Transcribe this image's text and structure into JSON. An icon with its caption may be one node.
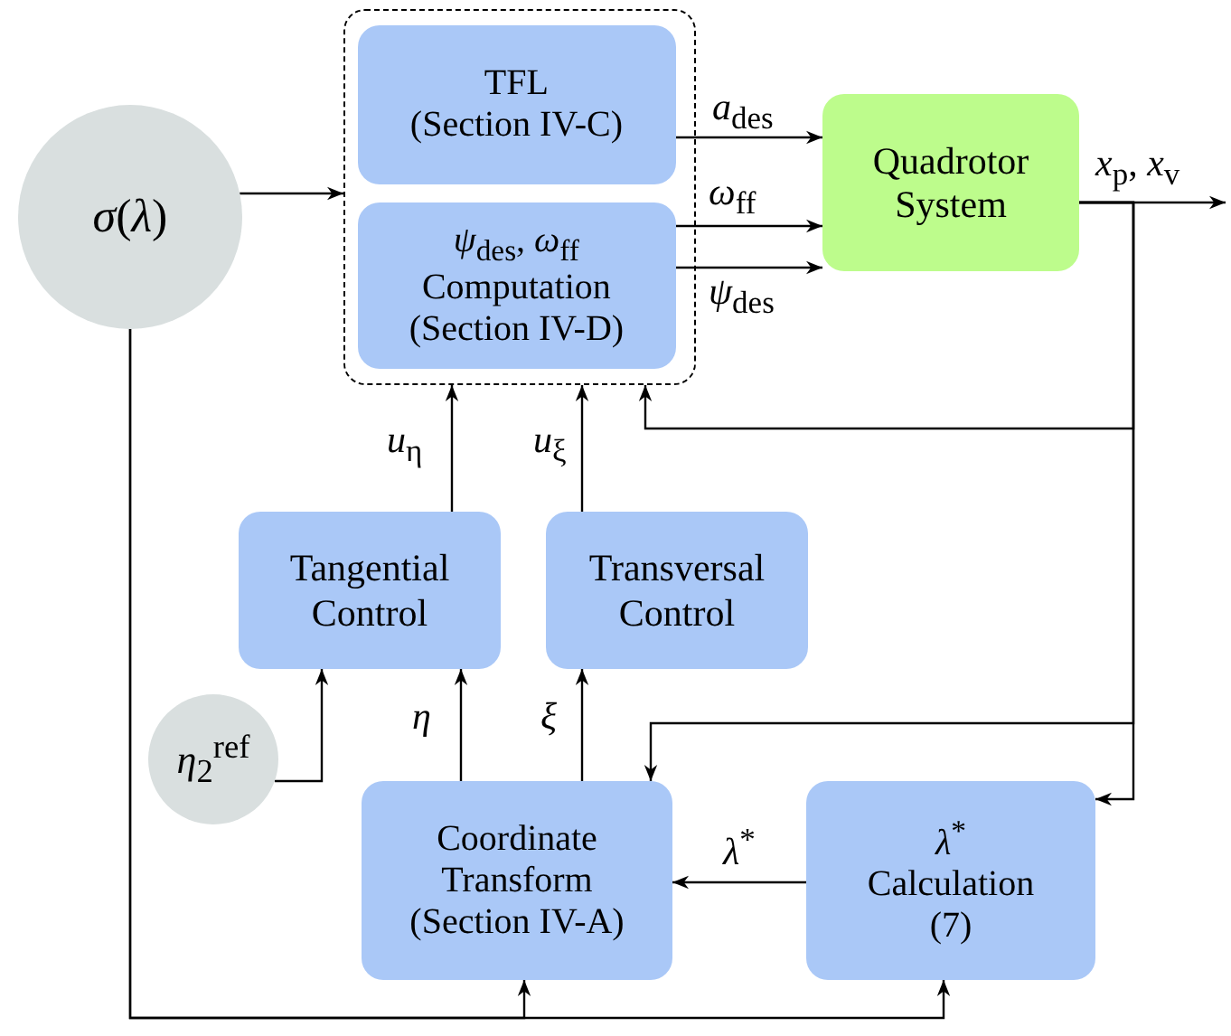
{
  "diagram": {
    "nodes": [
      {
        "text": [],
        "shape": "box"
      },
      {
        "text": [
          "TFL",
          "(Section IV-C)"
        ],
        "in": 0
      },
      {
        "text": [
          "*ψ*$_{des}$, *ω*$_{ff}$",
          "Computation",
          "(Section IV-D)"
        ],
        "in": 0
      },
      {
        "text": [
          "*σ*(*λ*)"
        ]
      },
      {
        "text": [
          "Quadrotor System"
        ]
      },
      {
        "text": [
          "Tangential Control"
        ]
      },
      {
        "text": [
          "Transversal Control"
        ]
      },
      {
        "text": [
          "*η*$_{2}$$^{ref}$"
        ]
      },
      {
        "text": [
          "Coordinate Transform",
          "(Section IV-A)"
        ]
      },
      {
        "text": [
          "*λ*$^{*}$",
          "Calculation",
          "(7)"
        ]
      }
    ],
    "edges": [
      {
        "from": 3,
        "to": 0,
        "arrow": "to"
      },
      {
        "from": 1,
        "to": 4,
        "arrow": "to",
        "label": "*a*$_{des}$"
      },
      {
        "from": 2,
        "to": 4,
        "arrow": "to",
        "label": "*ω*$_{ff}$"
      },
      {
        "from": 2,
        "to": 4,
        "arrow": "to",
        "label": "*ψ*$_{des}$"
      },
      {
        "from": 4,
        "to": null,
        "arrow": "to",
        "label": "*x*$_{p}$, *x*$_{v}$"
      },
      {
        "from": 4,
        "to": 0,
        "arrow": "to"
      },
      {
        "from": 4,
        "to": 8,
        "arrow": "to"
      },
      {
        "from": 4,
        "to": 9,
        "arrow": "to"
      },
      {
        "from": 5,
        "to": 0,
        "arrow": "to",
        "label": "*u*$_{η}$"
      },
      {
        "from": 6,
        "to": 0,
        "arrow": "to",
        "label": "*u*$_{ξ}$"
      },
      {
        "from": 7,
        "to": 5,
        "arrow": "to"
      },
      {
        "from": 8,
        "to": 5,
        "arrow": "to",
        "label": "*η*"
      },
      {
        "from": 8,
        "to": 6,
        "arrow": "to",
        "label": "*ξ*"
      },
      {
        "from": 9,
        "to": 8,
        "arrow": "to",
        "label": "*λ*$^{*}$"
      },
      {
        "from": 3,
        "to": 8,
        "arrow": "to"
      },
      {
        "from": 3,
        "to": 9,
        "arrow": "to"
      }
    ]
  }
}
